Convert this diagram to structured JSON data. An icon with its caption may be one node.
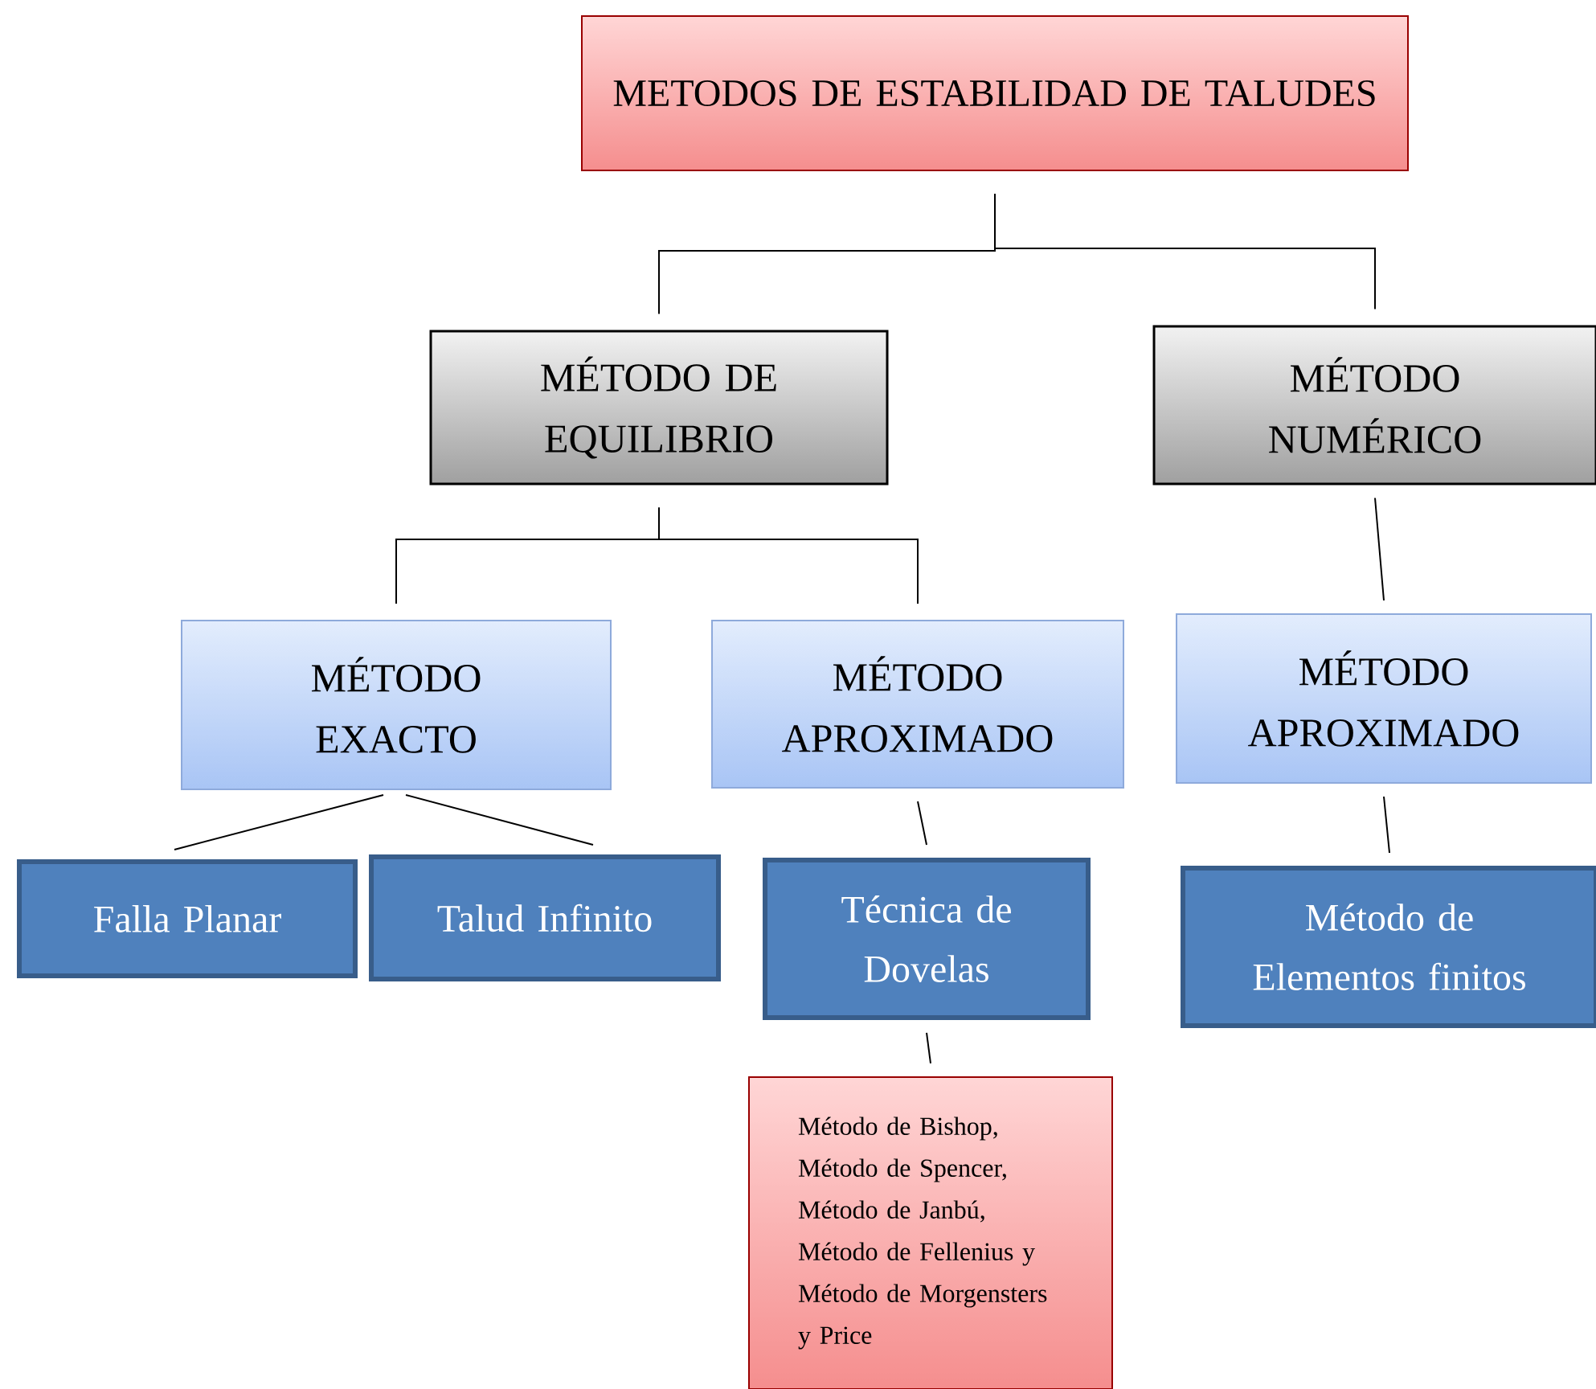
{
  "diagram": {
    "nodes": [
      {
        "text": [
          "METODOS DE ESTABILIDAD DE TALUDES"
        ]
      },
      {
        "text": [
          "MÉTODO DE EQUILIBRIO"
        ]
      },
      {
        "text": [
          "MÉTODO NUMÉRICO"
        ]
      },
      {
        "text": [
          "MÉTODO EXACTO"
        ]
      },
      {
        "text": [
          "MÉTODO APROXIMADO"
        ]
      },
      {
        "text": [
          "MÉTODO APROXIMADO"
        ]
      },
      {
        "text": [
          "Falla Planar"
        ]
      },
      {
        "text": [
          "Talud Infinito"
        ]
      },
      {
        "text": [
          "Técnica de Dovelas"
        ]
      },
      {
        "text": [
          "Método de Elementos finitos"
        ]
      },
      {
        "text": [
          "Método de Bishop, Método de Spencer, Método de Janbú, Método de Fellenius y Método de Morgensters y Price"
        ]
      }
    ],
    "edges": [
      {
        "from": 0,
        "to": 1,
        "arrow": "none"
      },
      {
        "from": 0,
        "to": 2,
        "arrow": "none"
      },
      {
        "from": 1,
        "to": 3,
        "arrow": "none"
      },
      {
        "from": 1,
        "to": 4,
        "arrow": "none"
      },
      {
        "from": 2,
        "to": 5,
        "arrow": "none"
      },
      {
        "from": 3,
        "to": 6,
        "arrow": "none"
      },
      {
        "from": 3,
        "to": 7,
        "arrow": "none"
      },
      {
        "from": 4,
        "to": 8,
        "arrow": "none"
      },
      {
        "from": 5,
        "to": 9,
        "arrow": "none"
      },
      {
        "from": 8,
        "to": 10,
        "arrow": "none"
      }
    ]
  }
}
